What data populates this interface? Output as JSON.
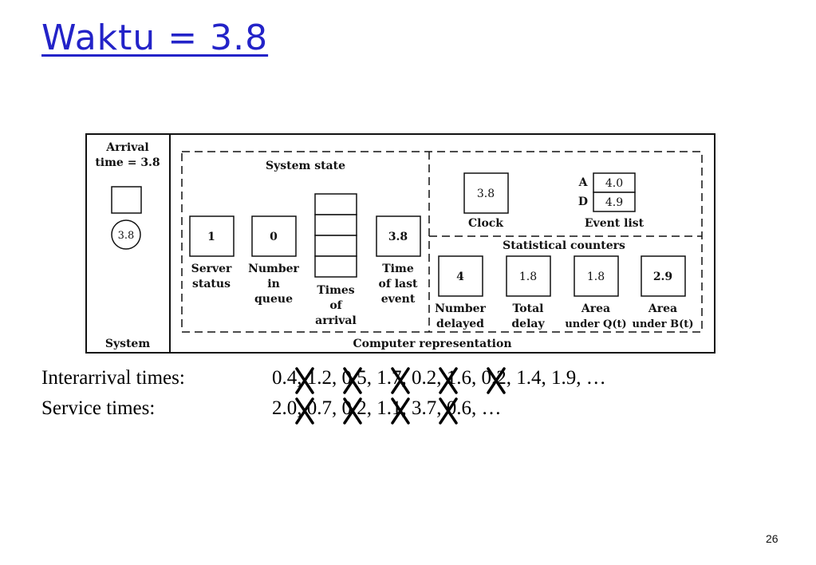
{
  "slide": {
    "title": "Waktu = 3.8",
    "page_number": "26"
  },
  "diagram": {
    "system_panel": {
      "arrival_line1": "Arrival",
      "arrival_line2": "time = 3.8",
      "circle_value": "3.8",
      "footer": "System"
    },
    "system_state": {
      "title": "System state",
      "server_status": {
        "value": "1",
        "label_lines": [
          "Server",
          "status"
        ]
      },
      "number_in_queue": {
        "value": "0",
        "label_lines": [
          "Number",
          "in",
          "queue"
        ]
      },
      "times_of_arrival": {
        "label_lines": [
          "Times",
          "of",
          "arrival"
        ]
      },
      "time_of_last_event": {
        "value": "3.8",
        "label_lines": [
          "Time",
          "of last",
          "event"
        ]
      }
    },
    "clock": {
      "value": "3.8",
      "label": "Clock"
    },
    "event_list": {
      "label": "Event list",
      "entries": [
        {
          "key": "A",
          "value": "4.0"
        },
        {
          "key": "D",
          "value": "4.9"
        }
      ]
    },
    "statistical_counters": {
      "title": "Statistical counters",
      "items": [
        {
          "value": "4",
          "label_lines": [
            "Number",
            "delayed"
          ]
        },
        {
          "value": "1.8",
          "label_lines": [
            "Total",
            "delay"
          ]
        },
        {
          "value": "1.8",
          "label_lines": [
            "Area",
            "under Q(t)"
          ]
        },
        {
          "value": "2.9",
          "label_lines": [
            "Area",
            "under B(t)"
          ]
        }
      ]
    },
    "footer": "Computer representation"
  },
  "sequences": {
    "interarrival": {
      "label": "Interarrival times:",
      "values": "0.4, 1.2, 0.5, 1.7, 0.2, 1.6, 0.2, 1.4, 1.9, …"
    },
    "service": {
      "label": "Service times:",
      "values": "2.0, 0.7, 0.2, 1.1, 3.7, 0.6, …"
    }
  }
}
